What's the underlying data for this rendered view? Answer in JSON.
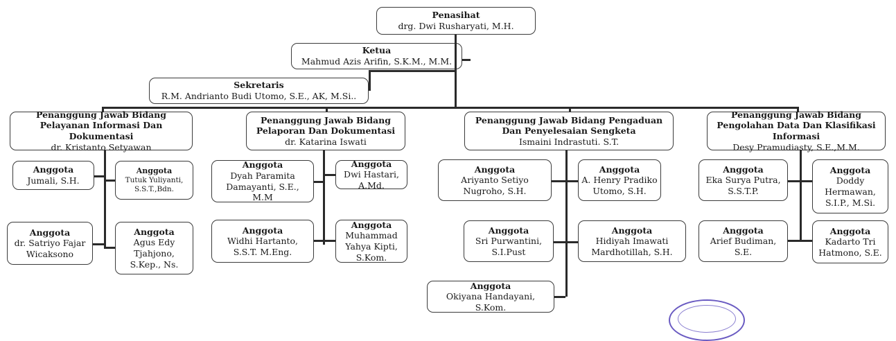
{
  "boxes": [
    {
      "id": "penasihat",
      "role": "Penasihat",
      "person": "drg. Dwi Rusharyati, M.H."
    },
    {
      "id": "ketua",
      "role": "Ketua",
      "person": "Mahmud Azis Arifin, S.K.M., M.M."
    },
    {
      "id": "sekretaris",
      "role": "Sekretaris",
      "person": "R.M. Andrianto Budi Utomo, S.E., AK, M.Si.."
    },
    {
      "id": "pj-pelayanan",
      "role": "Penanggung Jawab Bidang Pelayanan Informasi Dan Dokumentasi",
      "person": "dr. Kristanto Setyawan"
    },
    {
      "id": "pj-pelaporan",
      "role": "Penanggung Jawab Bidang Pelaporan Dan Dokumentasi",
      "person": "dr. Katarina Iswati"
    },
    {
      "id": "pj-pengaduan",
      "role": "Penanggung Jawab Bidang Pengaduan Dan Penyelesaian Sengketa",
      "person": "Ismaini Indrastuti. S.T."
    },
    {
      "id": "pj-pengolahan",
      "role": "Penanggung Jawab Bidang Pengolahan Data Dan Klasifikasi Informasi",
      "person": "Desy Pramudiasty, S.E.,M.M."
    },
    {
      "id": "a1",
      "role": "Anggota",
      "person": "Jumali, S.H."
    },
    {
      "id": "a2",
      "role": "Anggota",
      "person": "Tutuk Yuliyanti, S.S.T.,Bdn."
    },
    {
      "id": "a3",
      "role": "Anggota",
      "person": "dr. Satriyo Fajar Wicaksono"
    },
    {
      "id": "a4",
      "role": "Anggota",
      "person": "Agus Edy Tjahjono, S.Kep., Ns."
    },
    {
      "id": "a5",
      "role": "Anggota",
      "person": "Dyah Paramita Damayanti, S.E., M.M"
    },
    {
      "id": "a6",
      "role": "Anggota",
      "person": "Dwi Hastari, A.Md."
    },
    {
      "id": "a7",
      "role": "Anggota",
      "person": "Widhi Hartanto, S.S.T. M.Eng."
    },
    {
      "id": "a8",
      "role": "Anggota",
      "person": "Muhammad Yahya Kipti, S.Kom."
    },
    {
      "id": "a9",
      "role": "Anggota",
      "person": "Ariyanto Setiyo Nugroho, S.H."
    },
    {
      "id": "a10",
      "role": "Anggota",
      "person": "A. Henry Pradiko Utomo, S.H."
    },
    {
      "id": "a11",
      "role": "Anggota",
      "person": "Sri Purwantini, S.I.Pust"
    },
    {
      "id": "a12",
      "role": "Anggota",
      "person": "Hidiyah Imawati Mardhotillah, S.H."
    },
    {
      "id": "a13",
      "role": "Anggota",
      "person": "Okiyana Handayani, S.Kom."
    },
    {
      "id": "a14",
      "role": "Anggota",
      "person": "Eka Surya Putra, S.S.T.P."
    },
    {
      "id": "a15",
      "role": "Anggota",
      "person": "Doddy Hermawan, S.I.P., M.Si."
    },
    {
      "id": "a16",
      "role": "Anggota",
      "person": "Arief Budiman, S.E."
    },
    {
      "id": "a17",
      "role": "Anggota",
      "person": "Kadarto Tri Hatmono, S.E."
    }
  ],
  "colors": {
    "line": "#2a2a2a",
    "border": "#3a3a3a",
    "stamp": "#6a5bc2"
  }
}
